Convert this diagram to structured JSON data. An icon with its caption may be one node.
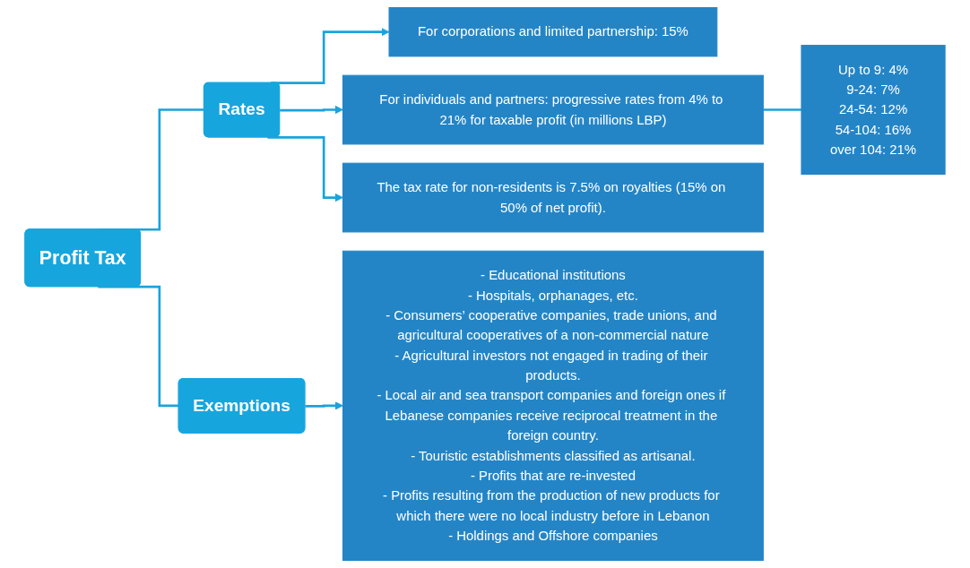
{
  "diagram": {
    "nodes": [
      {
        "text": [
          "Profit Tax"
        ]
      },
      {
        "text": [
          "Rates"
        ]
      },
      {
        "text": [
          "For corporations and limited partnership: 15%"
        ]
      },
      {
        "text": [
          "For individuals and partners: progressive rates from 4% to 21% for taxable profit (in millions LBP)"
        ]
      },
      {
        "text": [
          "Up to 9: 4%",
          "9-24: 7%",
          "24-54: 12%",
          "54-104: 16%",
          "over 104: 21%"
        ]
      },
      {
        "text": [
          "The tax rate for non-residents is 7.5% on royalties (15% on 50% of net profit)."
        ]
      },
      {
        "text": [
          "Exemptions"
        ]
      },
      {
        "text": [
          "- Educational institutions",
          "- Hospitals, orphanages, etc.",
          "- Consumers’ cooperative companies, trade unions, and agricultural cooperatives of a non-commercial nature",
          "- Agricultural investors not engaged in trading of their products.",
          "- Local air and sea transport companies and foreign ones if Lebanese companies receive reciprocal treatment in the foreign country.",
          "- Touristic establishments classified as artisanal.",
          "- Profits that are re-invested",
          "- Profits resulting from the production of new products for which there were no local industry before in Lebanon",
          "- Holdings and Offshore companies"
        ]
      }
    ],
    "edges": [
      {
        "from": 0,
        "to": 1,
        "arrow": "none"
      },
      {
        "from": 0,
        "to": 6,
        "arrow": "none"
      },
      {
        "from": 1,
        "to": 2,
        "arrow": "to"
      },
      {
        "from": 1,
        "to": 3,
        "arrow": "to"
      },
      {
        "from": 1,
        "to": 5,
        "arrow": "to"
      },
      {
        "from": 3,
        "to": 4,
        "arrow": "none"
      },
      {
        "from": 6,
        "to": 7,
        "arrow": "to"
      }
    ]
  }
}
